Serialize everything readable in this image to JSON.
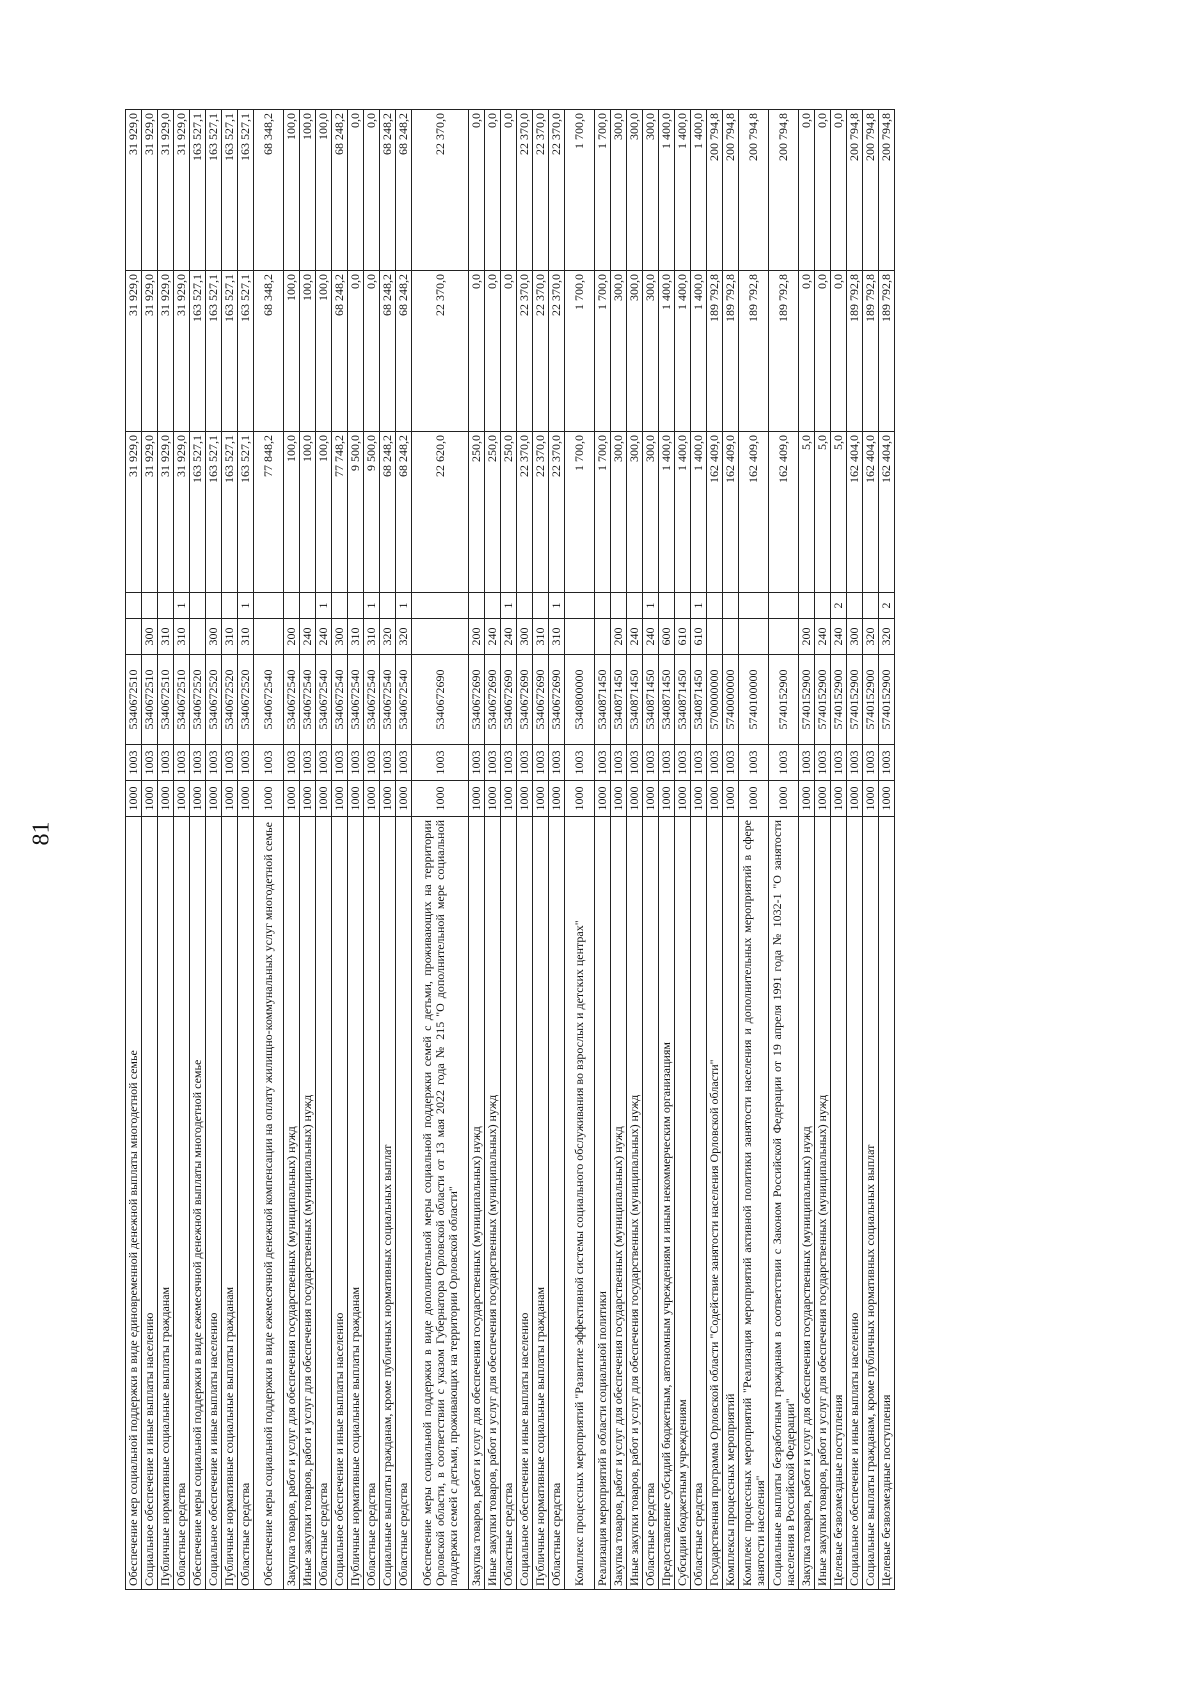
{
  "page_number": "81",
  "rows": [
    {
      "name": "Обеспечение мер социальной поддержки в виде единовременной денежной выплаты многодетной семье",
      "rz": "1000",
      "pr": "1003",
      "csr": "5340672510",
      "vr": "",
      "flag": "",
      "y1": "31 929,0",
      "y2": "31 929,0",
      "y3": "31 929,0",
      "lines": 1
    },
    {
      "name": "Социальное обеспечение и иные выплаты населению",
      "rz": "1000",
      "pr": "1003",
      "csr": "5340672510",
      "vr": "300",
      "flag": "",
      "y1": "31 929,0",
      "y2": "31 929,0",
      "y3": "31 929,0",
      "lines": 1
    },
    {
      "name": "Публичные нормативные социальные выплаты гражданам",
      "rz": "1000",
      "pr": "1003",
      "csr": "5340672510",
      "vr": "310",
      "flag": "",
      "y1": "31 929,0",
      "y2": "31 929,0",
      "y3": "31 929,0",
      "lines": 1
    },
    {
      "name": "Областные средства",
      "rz": "1000",
      "pr": "1003",
      "csr": "5340672510",
      "vr": "310",
      "flag": "1",
      "y1": "31 929,0",
      "y2": "31 929,0",
      "y3": "31 929,0",
      "lines": 1
    },
    {
      "name": "Обеспечение меры социальной поддержки в виде ежемесячной денежной выплаты многодетной семье",
      "rz": "1000",
      "pr": "1003",
      "csr": "5340672520",
      "vr": "",
      "flag": "",
      "y1": "163 527,1",
      "y2": "163 527,1",
      "y3": "163 527,1",
      "lines": 1
    },
    {
      "name": "Социальное обеспечение и иные выплаты населению",
      "rz": "1000",
      "pr": "1003",
      "csr": "5340672520",
      "vr": "300",
      "flag": "",
      "y1": "163 527,1",
      "y2": "163 527,1",
      "y3": "163 527,1",
      "lines": 1
    },
    {
      "name": "Публичные нормативные социальные выплаты гражданам",
      "rz": "1000",
      "pr": "1003",
      "csr": "5340672520",
      "vr": "310",
      "flag": "",
      "y1": "163 527,1",
      "y2": "163 527,1",
      "y3": "163 527,1",
      "lines": 1
    },
    {
      "name": "Областные средства",
      "rz": "1000",
      "pr": "1003",
      "csr": "5340672520",
      "vr": "310",
      "flag": "1",
      "y1": "163 527,1",
      "y2": "163 527,1",
      "y3": "163 527,1",
      "lines": 1
    },
    {
      "name": "Обеспечение меры социальной поддержки в виде ежемесячной денежной компенсации на оплату жилищно-коммунальных услуг многодетной семье",
      "rz": "1000",
      "pr": "1003",
      "csr": "5340672540",
      "vr": "",
      "flag": "",
      "y1": "77 848,2",
      "y2": "68 348,2",
      "y3": "68 348,2",
      "lines": 2
    },
    {
      "name": "Закупка товаров, работ и услуг для обеспечения государственных (муниципальных) нужд",
      "rz": "1000",
      "pr": "1003",
      "csr": "5340672540",
      "vr": "200",
      "flag": "",
      "y1": "100,0",
      "y2": "100,0",
      "y3": "100,0",
      "lines": 1
    },
    {
      "name": "Иные закупки товаров, работ и услуг для обеспечения государственных (муниципальных) нужд",
      "rz": "1000",
      "pr": "1003",
      "csr": "5340672540",
      "vr": "240",
      "flag": "",
      "y1": "100,0",
      "y2": "100,0",
      "y3": "100,0",
      "lines": 1
    },
    {
      "name": "Областные средства",
      "rz": "1000",
      "pr": "1003",
      "csr": "5340672540",
      "vr": "240",
      "flag": "1",
      "y1": "100,0",
      "y2": "100,0",
      "y3": "100,0",
      "lines": 1
    },
    {
      "name": "Социальное обеспечение и иные выплаты населению",
      "rz": "1000",
      "pr": "1003",
      "csr": "5340672540",
      "vr": "300",
      "flag": "",
      "y1": "77 748,2",
      "y2": "68 248,2",
      "y3": "68 248,2",
      "lines": 1
    },
    {
      "name": "Публичные нормативные социальные выплаты гражданам",
      "rz": "1000",
      "pr": "1003",
      "csr": "5340672540",
      "vr": "310",
      "flag": "",
      "y1": "9 500,0",
      "y2": "0,0",
      "y3": "0,0",
      "lines": 1
    },
    {
      "name": "Областные средства",
      "rz": "1000",
      "pr": "1003",
      "csr": "5340672540",
      "vr": "310",
      "flag": "1",
      "y1": "9 500,0",
      "y2": "0,0",
      "y3": "0,0",
      "lines": 1
    },
    {
      "name": "Социальные выплаты гражданам, кроме публичных нормативных социальных выплат",
      "rz": "1000",
      "pr": "1003",
      "csr": "5340672540",
      "vr": "320",
      "flag": "",
      "y1": "68 248,2",
      "y2": "68 248,2",
      "y3": "68 248,2",
      "lines": 1
    },
    {
      "name": "Областные средства",
      "rz": "1000",
      "pr": "1003",
      "csr": "5340672540",
      "vr": "320",
      "flag": "1",
      "y1": "68 248,2",
      "y2": "68 248,2",
      "y3": "68 248,2",
      "lines": 1
    },
    {
      "name": "Обеспечение меры социальной поддержки в виде дополнительной меры социальной поддержки семей с детьми, проживающих на территории Орловской области, в соответствии с указом Губернатора Орловской области от 13 мая 2022 года № 215 \"О дополнительной мере социальной поддержки семей с детьми, проживающих на территории Орловской области\"",
      "rz": "1000",
      "pr": "1003",
      "csr": "5340672690",
      "vr": "",
      "flag": "",
      "y1": "22 620,0",
      "y2": "22 370,0",
      "y3": "22 370,0",
      "lines": 4
    },
    {
      "name": "Закупка товаров, работ и услуг для обеспечения государственных (муниципальных) нужд",
      "rz": "1000",
      "pr": "1003",
      "csr": "5340672690",
      "vr": "200",
      "flag": "",
      "y1": "250,0",
      "y2": "0,0",
      "y3": "0,0",
      "lines": 1
    },
    {
      "name": "Иные закупки товаров, работ и услуг для обеспечения государственных (муниципальных) нужд",
      "rz": "1000",
      "pr": "1003",
      "csr": "5340672690",
      "vr": "240",
      "flag": "",
      "y1": "250,0",
      "y2": "0,0",
      "y3": "0,0",
      "lines": 1
    },
    {
      "name": "Областные средства",
      "rz": "1000",
      "pr": "1003",
      "csr": "5340672690",
      "vr": "240",
      "flag": "1",
      "y1": "250,0",
      "y2": "0,0",
      "y3": "0,0",
      "lines": 1
    },
    {
      "name": "Социальное обеспечение и иные выплаты населению",
      "rz": "1000",
      "pr": "1003",
      "csr": "5340672690",
      "vr": "300",
      "flag": "",
      "y1": "22 370,0",
      "y2": "22 370,0",
      "y3": "22 370,0",
      "lines": 1
    },
    {
      "name": "Публичные нормативные социальные выплаты гражданам",
      "rz": "1000",
      "pr": "1003",
      "csr": "5340672690",
      "vr": "310",
      "flag": "",
      "y1": "22 370,0",
      "y2": "22 370,0",
      "y3": "22 370,0",
      "lines": 1
    },
    {
      "name": "Областные средства",
      "rz": "1000",
      "pr": "1003",
      "csr": "5340672690",
      "vr": "310",
      "flag": "1",
      "y1": "22 370,0",
      "y2": "22 370,0",
      "y3": "22 370,0",
      "lines": 1
    },
    {
      "name": "Комплекс процессных мероприятий \"Развитие эффективной системы социального обслуживания во взрослых и детских центрах\"",
      "rz": "1000",
      "pr": "1003",
      "csr": "5340800000",
      "vr": "",
      "flag": "",
      "y1": "1 700,0",
      "y2": "1 700,0",
      "y3": "1 700,0",
      "lines": 2
    },
    {
      "name": "Реализация мероприятий в области социальной политики",
      "rz": "1000",
      "pr": "1003",
      "csr": "5340871450",
      "vr": "",
      "flag": "",
      "y1": "1 700,0",
      "y2": "1 700,0",
      "y3": "1 700,0",
      "lines": 1
    },
    {
      "name": "Закупка товаров, работ и услуг для обеспечения государственных (муниципальных) нужд",
      "rz": "1000",
      "pr": "1003",
      "csr": "5340871450",
      "vr": "200",
      "flag": "",
      "y1": "300,0",
      "y2": "300,0",
      "y3": "300,0",
      "lines": 1
    },
    {
      "name": "Иные закупки товаров, работ и услуг для обеспечения государственных (муниципальных) нужд",
      "rz": "1000",
      "pr": "1003",
      "csr": "5340871450",
      "vr": "240",
      "flag": "",
      "y1": "300,0",
      "y2": "300,0",
      "y3": "300,0",
      "lines": 1
    },
    {
      "name": "Областные средства",
      "rz": "1000",
      "pr": "1003",
      "csr": "5340871450",
      "vr": "240",
      "flag": "1",
      "y1": "300,0",
      "y2": "300,0",
      "y3": "300,0",
      "lines": 1
    },
    {
      "name": "Предоставление субсидий бюджетным, автономным учреждениям и иным некоммерческим организациям",
      "rz": "1000",
      "pr": "1003",
      "csr": "5340871450",
      "vr": "600",
      "flag": "",
      "y1": "1 400,0",
      "y2": "1 400,0",
      "y3": "1 400,0",
      "lines": 1
    },
    {
      "name": "Субсидии бюджетным учреждениям",
      "rz": "1000",
      "pr": "1003",
      "csr": "5340871450",
      "vr": "610",
      "flag": "",
      "y1": "1 400,0",
      "y2": "1 400,0",
      "y3": "1 400,0",
      "lines": 1
    },
    {
      "name": "Областные средства",
      "rz": "1000",
      "pr": "1003",
      "csr": "5340871450",
      "vr": "610",
      "flag": "1",
      "y1": "1 400,0",
      "y2": "1 400,0",
      "y3": "1 400,0",
      "lines": 1
    },
    {
      "name": "Государственная программа Орловской области \"Содействие занятости населения Орловской области\"",
      "rz": "1000",
      "pr": "1003",
      "csr": "5700000000",
      "vr": "",
      "flag": "",
      "y1": "162 409,0",
      "y2": "189 792,8",
      "y3": "200 794,8",
      "lines": 1
    },
    {
      "name": "Комплексы процессных мероприятий",
      "rz": "1000",
      "pr": "1003",
      "csr": "5740000000",
      "vr": "",
      "flag": "",
      "y1": "162 409,0",
      "y2": "189 792,8",
      "y3": "200 794,8",
      "lines": 1
    },
    {
      "name": "Комплекс процессных мероприятий \"Реализация мероприятий активной политики занятости населения и дополнительных мероприятий в сфере занятости населения\"",
      "rz": "1000",
      "pr": "1003",
      "csr": "5740100000",
      "vr": "",
      "flag": "",
      "y1": "162 409,0",
      "y2": "189 792,8",
      "y3": "200 794,8",
      "lines": 2
    },
    {
      "name": "Социальные выплаты безработным гражданам в соответствии с Законом Российской Федерации от 19 апреля 1991 года № 1032-1 \"О занятости населения в Российской Федерации\"",
      "rz": "1000",
      "pr": "1003",
      "csr": "5740152900",
      "vr": "",
      "flag": "",
      "y1": "162 409,0",
      "y2": "189 792,8",
      "y3": "200 794,8",
      "lines": 2
    },
    {
      "name": "Закупка товаров, работ и услуг для обеспечения государственных (муниципальных) нужд",
      "rz": "1000",
      "pr": "1003",
      "csr": "5740152900",
      "vr": "200",
      "flag": "",
      "y1": "5,0",
      "y2": "0,0",
      "y3": "0,0",
      "lines": 1
    },
    {
      "name": "Иные закупки товаров, работ и услуг для обеспечения государственных (муниципальных) нужд",
      "rz": "1000",
      "pr": "1003",
      "csr": "5740152900",
      "vr": "240",
      "flag": "",
      "y1": "5,0",
      "y2": "0,0",
      "y3": "0,0",
      "lines": 1
    },
    {
      "name": "Целевые безвозмездные поступления",
      "rz": "1000",
      "pr": "1003",
      "csr": "5740152900",
      "vr": "240",
      "flag": "2",
      "y1": "5,0",
      "y2": "0,0",
      "y3": "0,0",
      "lines": 1
    },
    {
      "name": "Социальное обеспечение и иные выплаты населению",
      "rz": "1000",
      "pr": "1003",
      "csr": "5740152900",
      "vr": "300",
      "flag": "",
      "y1": "162 404,0",
      "y2": "189 792,8",
      "y3": "200 794,8",
      "lines": 1
    },
    {
      "name": "Социальные выплаты гражданам, кроме публичных нормативных социальных выплат",
      "rz": "1000",
      "pr": "1003",
      "csr": "5740152900",
      "vr": "320",
      "flag": "",
      "y1": "162 404,0",
      "y2": "189 792,8",
      "y3": "200 794,8",
      "lines": 1
    },
    {
      "name": "Целевые безвозмездные поступления",
      "rz": "1000",
      "pr": "1003",
      "csr": "5740152900",
      "vr": "320",
      "flag": "2",
      "y1": "162 404,0",
      "y2": "189 792,8",
      "y3": "200 794,8",
      "lines": 1
    }
  ]
}
